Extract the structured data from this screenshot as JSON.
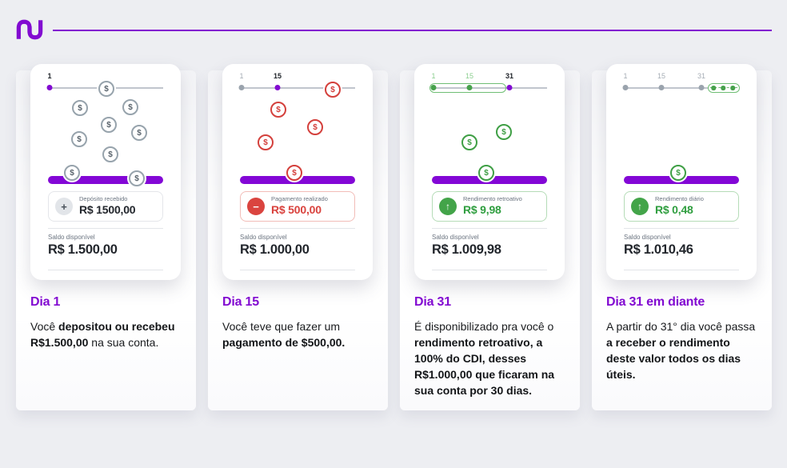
{
  "header": {
    "logo": "nu"
  },
  "colors": {
    "purple": "#820ad1",
    "red": "#d4403c",
    "green": "#3f9f45",
    "gray": "#97a3ac"
  },
  "icons": {
    "coin": "$",
    "plus": "+",
    "minus": "−",
    "arrow_up": "↑"
  },
  "cards": [
    {
      "ticks": [
        "1"
      ],
      "amount_label": "Depósito recebido",
      "amount_value": "R$ 1500,00",
      "saldo_label": "Saldo disponível",
      "saldo_value": "R$ 1.500,00"
    },
    {
      "ticks": [
        "1",
        "15"
      ],
      "amount_label": "Pagamento realizado",
      "amount_value": "R$ 500,00",
      "saldo_label": "Saldo disponível",
      "saldo_value": "R$ 1.000,00"
    },
    {
      "ticks": [
        "1",
        "15",
        "31"
      ],
      "amount_label": "Rendimento retroativo",
      "amount_value": "R$ 9,98",
      "saldo_label": "Saldo disponível",
      "saldo_value": "R$ 1.009,98"
    },
    {
      "ticks": [
        "1",
        "15",
        "31"
      ],
      "amount_label": "Rendimento diário",
      "amount_value": "R$ 0,48",
      "saldo_label": "Saldo disponível",
      "saldo_value": "R$ 1.010,46"
    }
  ],
  "captions": [
    {
      "heading": "Dia 1",
      "body": [
        {
          "t": "Você ",
          "b": false
        },
        {
          "t": "depositou ou recebeu R$1.500,00",
          "b": true
        },
        {
          "t": " na sua conta.",
          "b": false
        }
      ]
    },
    {
      "heading": "Dia 15",
      "body": [
        {
          "t": "Você teve que fazer um ",
          "b": false
        },
        {
          "t": "pagamento de $500,00.",
          "b": true
        }
      ]
    },
    {
      "heading": "Dia 31",
      "body": [
        {
          "t": "É disponibilizado pra você o ",
          "b": false
        },
        {
          "t": "rendimento retroativo, a 100% do CDI, desses R$1.000,00 que ficaram na sua conta por 30 dias.",
          "b": true
        }
      ]
    },
    {
      "heading": "Dia 31 em diante",
      "body": [
        {
          "t": "A partir do 31° dia você passa ",
          "b": false
        },
        {
          "t": "a receber o rendimento deste valor todos os dias úteis.",
          "b": true
        }
      ]
    }
  ]
}
